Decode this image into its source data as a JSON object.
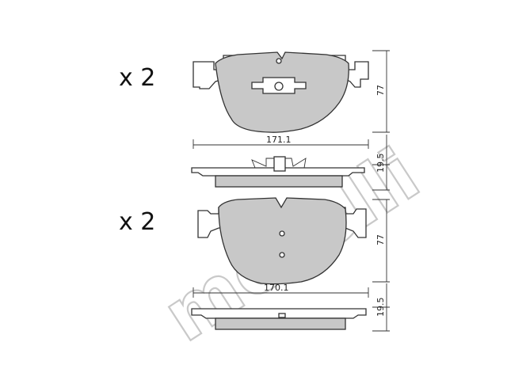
{
  "quantity_labels": {
    "top": "x 2",
    "bottom": "x 2"
  },
  "dimensions": {
    "top_width": "171.1",
    "top_height": "77",
    "top_thickness": "19.5",
    "bottom_width": "170.1",
    "bottom_height": "77",
    "bottom_thickness": "19.5"
  },
  "watermark": "metelli",
  "colors": {
    "pad_fill": "#c8c8c8",
    "outline": "#333333",
    "watermark_stroke": "#c9c9c9"
  }
}
